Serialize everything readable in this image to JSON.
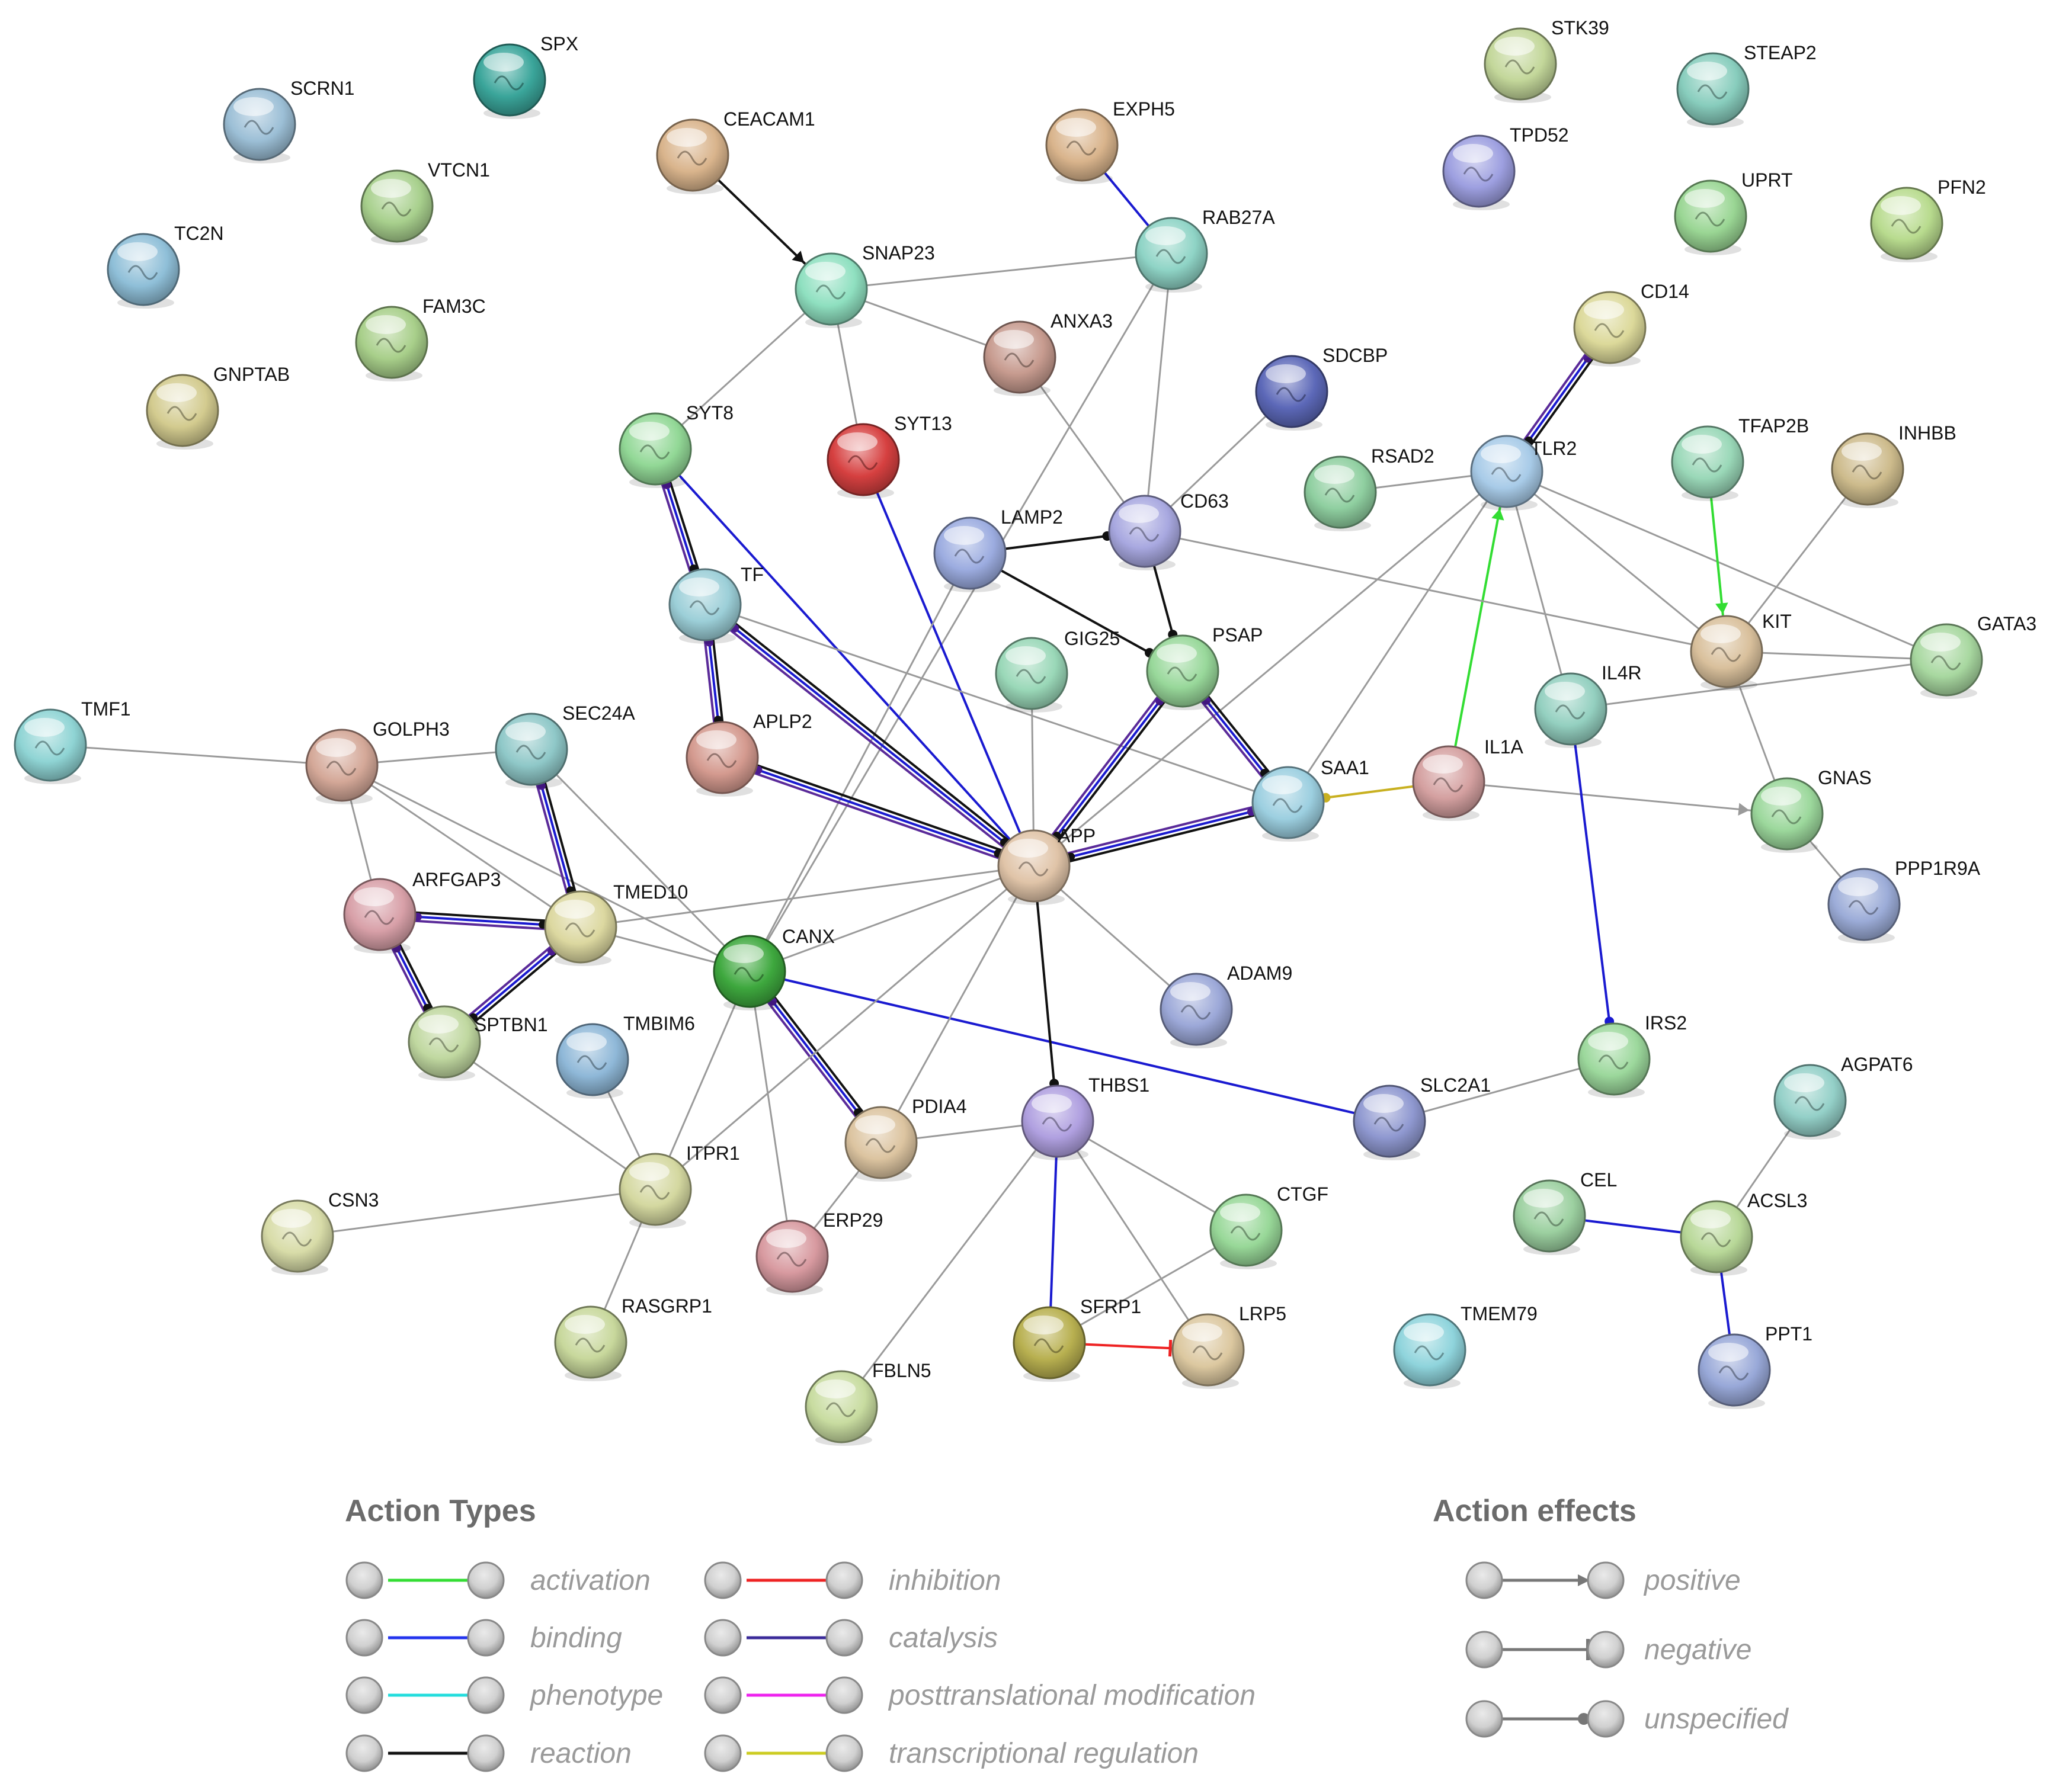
{
  "nodes": [
    {
      "id": "SCRN1",
      "label": "SCRN1",
      "color": "#9cbfd6"
    },
    {
      "id": "SPX",
      "label": "SPX",
      "color": "#3aa59a"
    },
    {
      "id": "VTCN1",
      "label": "VTCN1",
      "color": "#a8d08d"
    },
    {
      "id": "TC2N",
      "label": "TC2N",
      "color": "#8fbfd8"
    },
    {
      "id": "FAM3C",
      "label": "FAM3C",
      "color": "#a8cf8a"
    },
    {
      "id": "GNPTAB",
      "label": "GNPTAB",
      "color": "#d3cb8f"
    },
    {
      "id": "CEACAM1",
      "label": "CEACAM1",
      "color": "#d9b48c"
    },
    {
      "id": "EXPH5",
      "label": "EXPH5",
      "color": "#d9b48c"
    },
    {
      "id": "STK39",
      "label": "STK39",
      "color": "#c3d79a"
    },
    {
      "id": "STEAP2",
      "label": "STEAP2",
      "color": "#88cdbd"
    },
    {
      "id": "TPD52",
      "label": "TPD52",
      "color": "#9d9fe0"
    },
    {
      "id": "UPRT",
      "label": "UPRT",
      "color": "#9ad694"
    },
    {
      "id": "PFN2",
      "label": "PFN2",
      "color": "#b8db8e"
    },
    {
      "id": "RAB27A",
      "label": "RAB27A",
      "color": "#8fd4c6"
    },
    {
      "id": "SNAP23",
      "label": "SNAP23",
      "color": "#8fe0c0"
    },
    {
      "id": "ANXA3",
      "label": "ANXA3",
      "color": "#c79b8f"
    },
    {
      "id": "CD14",
      "label": "CD14",
      "color": "#dcd99a"
    },
    {
      "id": "SDCBP",
      "label": "SDCBP",
      "color": "#5c68b8"
    },
    {
      "id": "SYT8",
      "label": "SYT8",
      "color": "#92d896"
    },
    {
      "id": "SYT13",
      "label": "SYT13",
      "color": "#d64040"
    },
    {
      "id": "RSAD2",
      "label": "RSAD2",
      "color": "#8fcfa0"
    },
    {
      "id": "TLR2",
      "label": "TLR2",
      "color": "#a8cbe8"
    },
    {
      "id": "TFAP2B",
      "label": "TFAP2B",
      "color": "#9ad8b8"
    },
    {
      "id": "INHBB",
      "label": "INHBB",
      "color": "#cdbb8c"
    },
    {
      "id": "LAMP2",
      "label": "LAMP2",
      "color": "#9cace0"
    },
    {
      "id": "CD63",
      "label": "CD63",
      "color": "#a8a8e0"
    },
    {
      "id": "TF",
      "label": "TF",
      "color": "#9ccfd8"
    },
    {
      "id": "GIG25",
      "label": "GIG25",
      "color": "#9ad8b8"
    },
    {
      "id": "PSAP",
      "label": "PSAP",
      "color": "#98d89a"
    },
    {
      "id": "KIT",
      "label": "KIT",
      "color": "#d9c09c"
    },
    {
      "id": "GATA3",
      "label": "GATA3",
      "color": "#a8d8a0"
    },
    {
      "id": "TMF1",
      "label": "TMF1",
      "color": "#8fd4d4"
    },
    {
      "id": "GOLPH3",
      "label": "GOLPH3",
      "color": "#d4a898"
    },
    {
      "id": "SEC24A",
      "label": "SEC24A",
      "color": "#8fc8c8"
    },
    {
      "id": "APLP2",
      "label": "APLP2",
      "color": "#d49a8f"
    },
    {
      "id": "IL4R",
      "label": "IL4R",
      "color": "#94d0c0"
    },
    {
      "id": "SAA1",
      "label": "SAA1",
      "color": "#9ccfe0"
    },
    {
      "id": "IL1A",
      "label": "IL1A",
      "color": "#d4a0a0"
    },
    {
      "id": "GNAS",
      "label": "GNAS",
      "color": "#9cd89c"
    },
    {
      "id": "APP",
      "label": "APP",
      "color": "#e0c4a8"
    },
    {
      "id": "PPP1R9A",
      "label": "PPP1R9A",
      "color": "#9cacd8"
    },
    {
      "id": "ARFGAP3",
      "label": "ARFGAP3",
      "color": "#d8a0a8"
    },
    {
      "id": "TMED10",
      "label": "TMED10",
      "color": "#dcd8a0"
    },
    {
      "id": "CANX",
      "label": "CANX",
      "color": "#3ea83e"
    },
    {
      "id": "ADAM9",
      "label": "ADAM9",
      "color": "#9ca8d8"
    },
    {
      "id": "SPTBN1",
      "label": "SPTBN1",
      "color": "#c0d8a0"
    },
    {
      "id": "TMBIM6",
      "label": "TMBIM6",
      "color": "#8fb8d8"
    },
    {
      "id": "IRS2",
      "label": "IRS2",
      "color": "#9cd89c"
    },
    {
      "id": "AGPAT6",
      "label": "AGPAT6",
      "color": "#94d0c8"
    },
    {
      "id": "PDIA4",
      "label": "PDIA4",
      "color": "#dcc4a0"
    },
    {
      "id": "THBS1",
      "label": "THBS1",
      "color": "#b0a0e0"
    },
    {
      "id": "SLC2A1",
      "label": "SLC2A1",
      "color": "#8f98d0"
    },
    {
      "id": "ITPR1",
      "label": "ITPR1",
      "color": "#d4d8a0"
    },
    {
      "id": "CSN3",
      "label": "CSN3",
      "color": "#d8dca8"
    },
    {
      "id": "CTGF",
      "label": "CTGF",
      "color": "#98d898"
    },
    {
      "id": "CEL",
      "label": "CEL",
      "color": "#9cd0a0"
    },
    {
      "id": "ACSL3",
      "label": "ACSL3",
      "color": "#b8d898"
    },
    {
      "id": "ERP29",
      "label": "ERP29",
      "color": "#d89aa0"
    },
    {
      "id": "SFRP1",
      "label": "SFRP1",
      "color": "#b8b050"
    },
    {
      "id": "LRP5",
      "label": "LRP5",
      "color": "#dcc8a0"
    },
    {
      "id": "RASGRP1",
      "label": "RASGRP1",
      "color": "#c8d89c"
    },
    {
      "id": "TMEM79",
      "label": "TMEM79",
      "color": "#8fd4dc"
    },
    {
      "id": "PPT1",
      "label": "PPT1",
      "color": "#98a8d8"
    },
    {
      "id": "FBLN5",
      "label": "FBLN5",
      "color": "#c8dca0"
    }
  ],
  "edges": [
    {
      "source": "CEACAM1",
      "target": "SNAP23",
      "type": "reaction",
      "effect": "positive"
    },
    {
      "source": "EXPH5",
      "target": "RAB27A",
      "type": "binding"
    },
    {
      "source": "SNAP23",
      "target": "RAB27A"
    },
    {
      "source": "SNAP23",
      "target": "ANXA3"
    },
    {
      "source": "SNAP23",
      "target": "SYT8"
    },
    {
      "source": "SNAP23",
      "target": "SYT13"
    },
    {
      "source": "RAB27A",
      "target": "CD63"
    },
    {
      "source": "RAB27A",
      "target": "CANX"
    },
    {
      "source": "ANXA3",
      "target": "CD63"
    },
    {
      "source": "SDCBP",
      "target": "CD63"
    },
    {
      "source": "CD14",
      "target": "TLR2",
      "type": "multi"
    },
    {
      "source": "RSAD2",
      "target": "TLR2"
    },
    {
      "source": "TLR2",
      "target": "KIT"
    },
    {
      "source": "TLR2",
      "target": "GATA3"
    },
    {
      "source": "TLR2",
      "target": "IL4R"
    },
    {
      "source": "TLR2",
      "target": "SAA1"
    },
    {
      "source": "TLR2",
      "target": "APP"
    },
    {
      "source": "IL1A",
      "target": "TLR2",
      "type": "activation",
      "effect": "positive"
    },
    {
      "source": "TFAP2B",
      "target": "KIT",
      "type": "activation",
      "effect": "positive"
    },
    {
      "source": "INHBB",
      "target": "KIT"
    },
    {
      "source": "KIT",
      "target": "GATA3"
    },
    {
      "source": "KIT",
      "target": "GNAS"
    },
    {
      "source": "CD63",
      "target": "KIT"
    },
    {
      "source": "IL4R",
      "target": "GATA3"
    },
    {
      "source": "IL1A",
      "target": "GNAS",
      "effect": "positive"
    },
    {
      "source": "GNAS",
      "target": "PPP1R9A"
    },
    {
      "source": "IL4R",
      "target": "IRS2",
      "type": "binding",
      "effect": "unspecified"
    },
    {
      "source": "IRS2",
      "target": "SLC2A1"
    },
    {
      "source": "SYT8",
      "target": "TF",
      "type": "multi"
    },
    {
      "source": "SYT8",
      "target": "APP",
      "type": "binding"
    },
    {
      "source": "SYT13",
      "target": "APP",
      "type": "binding"
    },
    {
      "source": "LAMP2",
      "target": "CD63",
      "type": "reaction",
      "effect": "unspecified"
    },
    {
      "source": "LAMP2",
      "target": "PSAP",
      "type": "reaction",
      "effect": "unspecified"
    },
    {
      "source": "CD63",
      "target": "PSAP",
      "type": "reaction",
      "effect": "unspecified"
    },
    {
      "source": "LAMP2",
      "target": "CANX"
    },
    {
      "source": "TF",
      "target": "APLP2",
      "type": "multi"
    },
    {
      "source": "TF",
      "target": "APP",
      "type": "multi"
    },
    {
      "source": "TF",
      "target": "SAA1"
    },
    {
      "source": "APLP2",
      "target": "APP",
      "type": "multi"
    },
    {
      "source": "GIG25",
      "target": "APP"
    },
    {
      "source": "PSAP",
      "target": "APP",
      "type": "multi"
    },
    {
      "source": "PSAP",
      "target": "SAA1",
      "type": "multi"
    },
    {
      "source": "SAA1",
      "target": "APP",
      "type": "multi"
    },
    {
      "source": "IL1A",
      "target": "SAA1",
      "type": "transcriptional",
      "effect": "unspecified"
    },
    {
      "source": "TMF1",
      "target": "GOLPH3"
    },
    {
      "source": "GOLPH3",
      "target": "SEC24A"
    },
    {
      "source": "GOLPH3",
      "target": "ARFGAP3"
    },
    {
      "source": "GOLPH3",
      "target": "TMED10"
    },
    {
      "source": "GOLPH3",
      "target": "CANX"
    },
    {
      "source": "SEC24A",
      "target": "TMED10",
      "type": "multi"
    },
    {
      "source": "SEC24A",
      "target": "CANX"
    },
    {
      "source": "ARFGAP3",
      "target": "TMED10",
      "type": "multi"
    },
    {
      "source": "ARFGAP3",
      "target": "SPTBN1",
      "type": "multi"
    },
    {
      "source": "TMED10",
      "target": "SPTBN1",
      "type": "multi"
    },
    {
      "source": "TMED10",
      "target": "APP"
    },
    {
      "source": "TMED10",
      "target": "CANX"
    },
    {
      "source": "CANX",
      "target": "APP"
    },
    {
      "source": "CANX",
      "target": "PDIA4",
      "type": "multi"
    },
    {
      "source": "CANX",
      "target": "SLC2A1",
      "type": "binding"
    },
    {
      "source": "CANX",
      "target": "ITPR1"
    },
    {
      "source": "CANX",
      "target": "ERP29"
    },
    {
      "source": "APP",
      "target": "ADAM9"
    },
    {
      "source": "APP",
      "target": "THBS1",
      "type": "reaction",
      "effect": "unspecified"
    },
    {
      "source": "APP",
      "target": "ITPR1"
    },
    {
      "source": "APP",
      "target": "PDIA4"
    },
    {
      "source": "SPTBN1",
      "target": "ITPR1"
    },
    {
      "source": "TMBIM6",
      "target": "ITPR1"
    },
    {
      "source": "CSN3",
      "target": "ITPR1"
    },
    {
      "source": "RASGRP1",
      "target": "ITPR1"
    },
    {
      "source": "PDIA4",
      "target": "ERP29"
    },
    {
      "source": "PDIA4",
      "target": "THBS1"
    },
    {
      "source": "THBS1",
      "target": "CTGF"
    },
    {
      "source": "THBS1",
      "target": "LRP5"
    },
    {
      "source": "THBS1",
      "target": "SFRP1",
      "type": "binding"
    },
    {
      "source": "THBS1",
      "target": "FBLN5"
    },
    {
      "source": "CTGF",
      "target": "SFRP1"
    },
    {
      "source": "SFRP1",
      "target": "LRP5",
      "type": "inhibition",
      "effect": "negative"
    },
    {
      "source": "AGPAT6",
      "target": "ACSL3"
    },
    {
      "source": "CEL",
      "target": "ACSL3",
      "type": "binding"
    },
    {
      "source": "ACSL3",
      "target": "PPT1",
      "type": "binding"
    }
  ],
  "legend": {
    "action_types_title": "Action Types",
    "action_types": [
      {
        "label": "activation",
        "color": "#33dd33"
      },
      {
        "label": "inhibition",
        "color": "#ee2222"
      },
      {
        "label": "binding",
        "color": "#2233ee"
      },
      {
        "label": "catalysis",
        "color": "#3a2a99"
      },
      {
        "label": "phenotype",
        "color": "#22dddd"
      },
      {
        "label": "posttranslational modification",
        "color": "#ee22ee"
      },
      {
        "label": "reaction",
        "color": "#111111"
      },
      {
        "label": "transcriptional regulation",
        "color": "#cccc22"
      }
    ],
    "action_effects_title": "Action effects",
    "action_effects": [
      {
        "label": "positive",
        "marker": "arrow"
      },
      {
        "label": "negative",
        "marker": "bar"
      },
      {
        "label": "unspecified",
        "marker": "dot"
      }
    ]
  },
  "edge_colors": {
    "plain": "#9a9a9a",
    "binding": "#1a1ad0",
    "reaction": "#111111",
    "activation": "#33dd33",
    "inhibition": "#ee2222",
    "transcriptional": "#c8b020",
    "catalysis": "#5a2a99"
  }
}
